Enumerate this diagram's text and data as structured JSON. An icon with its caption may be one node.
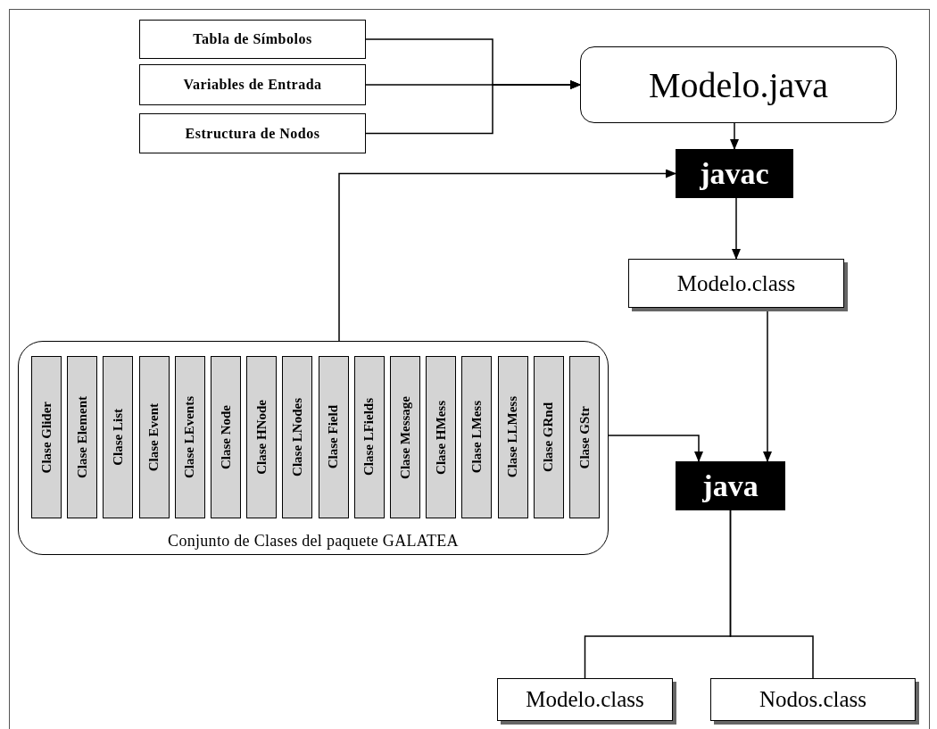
{
  "diagram": {
    "nodes": [
      {
        "text": [
          "Tabla de Símbolos"
        ]
      },
      {
        "text": [
          "Variables de Entrada"
        ]
      },
      {
        "text": [
          "Estructura de Nodos"
        ]
      },
      {
        "text": [
          "Modelo.java"
        ]
      },
      {
        "text": [
          "javac"
        ]
      },
      {
        "text": [
          "Modelo.class"
        ]
      },
      {
        "text": [
          "Conjunto de Clases del paquete GALATEA"
        ]
      },
      {
        "text": [
          "Clase Glider"
        ],
        "in": 6
      },
      {
        "text": [
          "Clase Element"
        ],
        "in": 6
      },
      {
        "text": [
          "Clase List"
        ],
        "in": 6
      },
      {
        "text": [
          "Clase Event"
        ],
        "in": 6
      },
      {
        "text": [
          "Clase LEvents"
        ],
        "in": 6
      },
      {
        "text": [
          "Clase Node"
        ],
        "in": 6
      },
      {
        "text": [
          "Clase HNode"
        ],
        "in": 6
      },
      {
        "text": [
          "Clase LNodes"
        ],
        "in": 6
      },
      {
        "text": [
          "Clase Field"
        ],
        "in": 6
      },
      {
        "text": [
          "Clase LFields"
        ],
        "in": 6
      },
      {
        "text": [
          "Clase Message"
        ],
        "in": 6
      },
      {
        "text": [
          "Clase HMess"
        ],
        "in": 6
      },
      {
        "text": [
          "Clase LMess"
        ],
        "in": 6
      },
      {
        "text": [
          "Clase LLMess"
        ],
        "in": 6
      },
      {
        "text": [
          "Clase GRnd"
        ],
        "in": 6
      },
      {
        "text": [
          "Clase GStr"
        ],
        "in": 6
      },
      {
        "text": [
          "java"
        ]
      },
      {
        "text": [
          "Modelo.class"
        ]
      },
      {
        "text": [
          "Nodos.class"
        ]
      }
    ],
    "edges": [
      {
        "from": 0,
        "to": 3,
        "arrow": "to"
      },
      {
        "from": 1,
        "to": 3,
        "arrow": "to"
      },
      {
        "from": 2,
        "to": 3,
        "arrow": "to"
      },
      {
        "from": 3,
        "to": 4,
        "arrow": "to"
      },
      {
        "from": 6,
        "to": 4,
        "arrow": "to"
      },
      {
        "from": 4,
        "to": 5,
        "arrow": "to"
      },
      {
        "from": 5,
        "to": 23,
        "arrow": "to"
      },
      {
        "from": 6,
        "to": 23,
        "arrow": "to"
      },
      {
        "from": 23,
        "to": 24,
        "arrow": "none"
      },
      {
        "from": 23,
        "to": 25,
        "arrow": "none"
      }
    ]
  }
}
